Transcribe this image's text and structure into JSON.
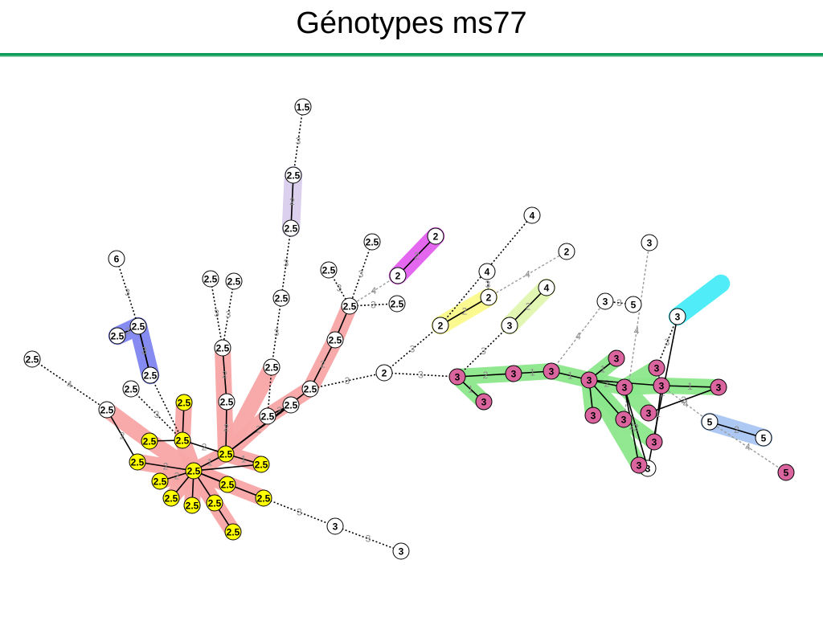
{
  "title": "Génotypes ms77",
  "colors": {
    "red_group": "#f8a5a5",
    "yellow_node": "#ffff00",
    "pink_node": "#d9649e",
    "green_group": "#8be78b",
    "blue_group": "#7f85f0",
    "lavender_group": "#d9cdec",
    "magenta_group": "#e35fef",
    "pale_yellow_group": "#fbfa8a",
    "pale_green_group": "#e2f7b0",
    "cyan_group": "#47ecf8",
    "lightblue_group": "#a9c6f2",
    "accent_rule": "#0e9e5a"
  },
  "nodes": [
    {
      "id": "n1",
      "label": "1.5",
      "fill": "white"
    },
    {
      "id": "n2",
      "label": "2.5",
      "fill": "white"
    },
    {
      "id": "n3",
      "label": "2.5",
      "fill": "white"
    },
    {
      "id": "n4",
      "label": "2.5",
      "fill": "white"
    },
    {
      "id": "n5",
      "label": "6",
      "fill": "white"
    },
    {
      "id": "n6",
      "label": "2.5",
      "fill": "white"
    },
    {
      "id": "n7",
      "label": "2.5",
      "fill": "white"
    },
    {
      "id": "n8",
      "label": "2.5",
      "fill": "white"
    },
    {
      "id": "n9",
      "label": "2.5",
      "fill": "white"
    },
    {
      "id": "n10",
      "label": "2.5",
      "fill": "white"
    },
    {
      "id": "n11",
      "label": "2.5",
      "fill": "white"
    },
    {
      "id": "n12",
      "label": "2.5",
      "fill": "white"
    },
    {
      "id": "n13",
      "label": "2.5",
      "fill": "white"
    },
    {
      "id": "n14",
      "label": "2.5",
      "fill": "white"
    },
    {
      "id": "n15",
      "label": "2.5",
      "fill": "white"
    },
    {
      "id": "n16",
      "label": "2.5",
      "fill": "white"
    },
    {
      "id": "n17",
      "label": "2.5",
      "fill": "white"
    },
    {
      "id": "n18",
      "label": "2.5",
      "fill": "white"
    },
    {
      "id": "n19",
      "label": "2.5",
      "fill": "white"
    },
    {
      "id": "n20",
      "label": "2.5",
      "fill": "white"
    },
    {
      "id": "n21",
      "label": "2.5",
      "fill": "white"
    },
    {
      "id": "n22",
      "label": "2.5",
      "fill": "white"
    },
    {
      "id": "n23",
      "label": "2.5",
      "fill": "white"
    },
    {
      "id": "n24",
      "label": "2.5",
      "fill": "white"
    },
    {
      "id": "n25",
      "label": "2.5",
      "fill": "white"
    },
    {
      "id": "n26",
      "label": "2.5",
      "fill": "white"
    },
    {
      "id": "n27",
      "label": "2",
      "fill": "white"
    },
    {
      "id": "n28",
      "label": "2",
      "fill": "white"
    },
    {
      "id": "n29",
      "label": "2",
      "fill": "white"
    },
    {
      "id": "n30",
      "label": "2",
      "fill": "white"
    },
    {
      "id": "n31",
      "label": "2",
      "fill": "white"
    },
    {
      "id": "n32",
      "label": "2",
      "fill": "white"
    },
    {
      "id": "n33",
      "label": "4",
      "fill": "white"
    },
    {
      "id": "n34",
      "label": "4",
      "fill": "white"
    },
    {
      "id": "n35",
      "label": "4",
      "fill": "white"
    },
    {
      "id": "n36",
      "label": "3",
      "fill": "white"
    },
    {
      "id": "n37",
      "label": "3",
      "fill": "white"
    },
    {
      "id": "n38",
      "label": "5",
      "fill": "white"
    },
    {
      "id": "n39",
      "label": "3",
      "fill": "white"
    },
    {
      "id": "n40",
      "label": "3",
      "fill": "white"
    },
    {
      "id": "n41",
      "label": "3",
      "fill": "white"
    },
    {
      "id": "n42",
      "label": "3",
      "fill": "white"
    },
    {
      "id": "n43",
      "label": "5",
      "fill": "white"
    },
    {
      "id": "n44",
      "label": "5",
      "fill": "white"
    },
    {
      "id": "n45",
      "label": "3",
      "fill": "white"
    },
    {
      "id": "y1",
      "label": "2.5",
      "fill": "yellow"
    },
    {
      "id": "y2",
      "label": "2.5",
      "fill": "yellow"
    },
    {
      "id": "y3",
      "label": "2.5",
      "fill": "yellow"
    },
    {
      "id": "y4",
      "label": "2.5",
      "fill": "yellow"
    },
    {
      "id": "y5",
      "label": "2.5",
      "fill": "yellow"
    },
    {
      "id": "y6",
      "label": "2.5",
      "fill": "yellow"
    },
    {
      "id": "y7",
      "label": "2.5",
      "fill": "yellow"
    },
    {
      "id": "y8",
      "label": "2.5",
      "fill": "yellow"
    },
    {
      "id": "y9",
      "label": "2.5",
      "fill": "yellow"
    },
    {
      "id": "y10",
      "label": "2.5",
      "fill": "yellow"
    },
    {
      "id": "y11",
      "label": "2.5",
      "fill": "yellow"
    },
    {
      "id": "y12",
      "label": "2.5",
      "fill": "yellow"
    },
    {
      "id": "y13",
      "label": "2.5",
      "fill": "yellow"
    },
    {
      "id": "y14",
      "label": "2.5",
      "fill": "yellow"
    },
    {
      "id": "p1",
      "label": "3",
      "fill": "pink"
    },
    {
      "id": "p2",
      "label": "3",
      "fill": "pink"
    },
    {
      "id": "p3",
      "label": "3",
      "fill": "pink"
    },
    {
      "id": "p4",
      "label": "3",
      "fill": "pink"
    },
    {
      "id": "p5",
      "label": "3",
      "fill": "pink"
    },
    {
      "id": "p6",
      "label": "3",
      "fill": "pink"
    },
    {
      "id": "p7",
      "label": "3",
      "fill": "pink"
    },
    {
      "id": "p8",
      "label": "3",
      "fill": "pink"
    },
    {
      "id": "p9",
      "label": "3",
      "fill": "pink"
    },
    {
      "id": "p10",
      "label": "3",
      "fill": "pink"
    },
    {
      "id": "p11",
      "label": "3",
      "fill": "pink"
    },
    {
      "id": "p12",
      "label": "3",
      "fill": "pink"
    },
    {
      "id": "p13",
      "label": "3",
      "fill": "pink"
    },
    {
      "id": "p14",
      "label": "3",
      "fill": "pink"
    },
    {
      "id": "p15",
      "label": "3",
      "fill": "pink"
    },
    {
      "id": "p16",
      "label": "5",
      "fill": "pink"
    }
  ],
  "edges": [
    {
      "a": "n1",
      "b": "n2",
      "w": "3",
      "style": "dotted"
    },
    {
      "a": "n2",
      "b": "n3",
      "w": "2",
      "style": "solid"
    },
    {
      "a": "n3",
      "b": "n4",
      "w": "3",
      "style": "dotted"
    },
    {
      "a": "n4",
      "b": "n6",
      "w": "3",
      "style": "dotted"
    },
    {
      "a": "n6",
      "b": "n15",
      "w": "",
      "style": "dotted"
    },
    {
      "a": "n5",
      "b": "n8",
      "w": "3",
      "style": "dotted"
    },
    {
      "a": "n7",
      "b": "n9",
      "w": "3",
      "style": "solid"
    },
    {
      "a": "n7",
      "b": "n10",
      "w": "2",
      "style": "solid"
    },
    {
      "a": "n8",
      "b": "n10",
      "w": "3",
      "style": "solid"
    },
    {
      "a": "n10",
      "b": "y5",
      "w": "",
      "style": "dotted"
    },
    {
      "a": "n11",
      "b": "n12",
      "w": "4",
      "style": "dotted"
    },
    {
      "a": "n12",
      "b": "y3",
      "w": "2",
      "style": "solid"
    },
    {
      "a": "n13",
      "b": "y5",
      "w": "3",
      "style": "dotted"
    },
    {
      "a": "n14",
      "b": "n18",
      "w": "3",
      "style": "dotted"
    },
    {
      "a": "n17",
      "b": "n18",
      "w": "3",
      "style": "dotted"
    },
    {
      "a": "n18",
      "b": "n19",
      "w": "2",
      "style": "solid"
    },
    {
      "a": "n19",
      "b": "y7",
      "w": "2",
      "style": "solid"
    },
    {
      "a": "n15",
      "b": "n20",
      "w": "2",
      "style": "solid"
    },
    {
      "a": "n20",
      "b": "y7",
      "w": "2",
      "style": "solid"
    },
    {
      "a": "n21",
      "b": "n22",
      "w": "2",
      "style": "solid"
    },
    {
      "a": "n22",
      "b": "y7",
      "w": "2",
      "style": "solid"
    },
    {
      "a": "n23",
      "b": "n16",
      "w": "3",
      "style": "dotted"
    },
    {
      "a": "n24",
      "b": "n16",
      "w": "3",
      "style": "dotted"
    },
    {
      "a": "n16",
      "b": "n25",
      "w": "",
      "style": "solid"
    },
    {
      "a": "n25",
      "b": "n22",
      "w": "2",
      "style": "solid"
    },
    {
      "a": "n16",
      "b": "n27",
      "w": "4",
      "style": "grey"
    },
    {
      "a": "n16",
      "b": "n26",
      "w": "3",
      "style": "dotted"
    },
    {
      "a": "n27",
      "b": "n28",
      "w": "2",
      "style": "solid"
    },
    {
      "a": "n22",
      "b": "n29",
      "w": "3",
      "style": "dotted"
    },
    {
      "a": "n29",
      "b": "n31",
      "w": "3",
      "style": "dotted"
    },
    {
      "a": "n29",
      "b": "p1",
      "w": "3",
      "style": "dotted"
    },
    {
      "a": "n31",
      "b": "n30",
      "w": "2",
      "style": "solid"
    },
    {
      "a": "n31",
      "b": "n33",
      "w": "3",
      "style": "dotted"
    },
    {
      "a": "n30",
      "b": "n32",
      "w": "4",
      "style": "grey"
    },
    {
      "a": "n30",
      "b": "n34",
      "w": "3",
      "style": "dotted"
    },
    {
      "a": "n35",
      "b": "n36",
      "w": "2",
      "style": "solid"
    },
    {
      "a": "n36",
      "b": "p1",
      "w": "3",
      "style": "dotted"
    },
    {
      "a": "n39",
      "b": "p4",
      "w": "4",
      "style": "grey"
    },
    {
      "a": "n38",
      "b": "n39",
      "w": "3",
      "style": "dotted"
    },
    {
      "a": "n37",
      "b": "p8",
      "w": "4",
      "style": "grey"
    },
    {
      "a": "n40",
      "b": "n41",
      "w": "2",
      "style": "solid"
    },
    {
      "a": "n41",
      "b": "p9",
      "w": "3",
      "style": "dotted"
    },
    {
      "a": "y5",
      "b": "y7",
      "w": "2",
      "style": "solid"
    },
    {
      "a": "y1",
      "b": "y5",
      "w": "",
      "style": "solid"
    },
    {
      "a": "y2",
      "b": "y5",
      "w": "",
      "style": "solid"
    },
    {
      "a": "y3",
      "b": "y6",
      "w": "2",
      "style": "solid"
    },
    {
      "a": "y4",
      "b": "y6",
      "w": "2",
      "style": "solid"
    },
    {
      "a": "y6",
      "b": "y7",
      "w": "1",
      "style": "solid"
    },
    {
      "a": "y8",
      "b": "y6",
      "w": "",
      "style": "solid"
    },
    {
      "a": "y9",
      "b": "y6",
      "w": "",
      "style": "solid"
    },
    {
      "a": "y10",
      "b": "y6",
      "w": "",
      "style": "solid"
    },
    {
      "a": "y11",
      "b": "y6",
      "w": "",
      "style": "solid"
    },
    {
      "a": "y12",
      "b": "y6",
      "w": "",
      "style": "solid"
    },
    {
      "a": "y13",
      "b": "y6",
      "w": "",
      "style": "solid"
    },
    {
      "a": "y14",
      "b": "y11",
      "w": "",
      "style": "solid"
    },
    {
      "a": "y7",
      "b": "y8",
      "w": "1",
      "style": "solid"
    },
    {
      "a": "y13",
      "b": "n42",
      "w": "3",
      "style": "dotted"
    },
    {
      "a": "n42",
      "b": "n45",
      "w": "3",
      "style": "dotted"
    },
    {
      "a": "p1",
      "b": "p2",
      "w": "1",
      "style": "solid"
    },
    {
      "a": "p1",
      "b": "p3",
      "w": "2",
      "style": "solid"
    },
    {
      "a": "p3",
      "b": "p4",
      "w": "1",
      "style": "solid"
    },
    {
      "a": "p4",
      "b": "p5",
      "w": "1",
      "style": "solid"
    },
    {
      "a": "p5",
      "b": "p6",
      "w": "1",
      "style": "solid"
    },
    {
      "a": "p5",
      "b": "p7",
      "w": "",
      "style": "solid"
    },
    {
      "a": "p5",
      "b": "p8",
      "w": "",
      "style": "solid"
    },
    {
      "a": "p5",
      "b": "p10",
      "w": "2",
      "style": "solid"
    },
    {
      "a": "p5",
      "b": "p11",
      "w": "1",
      "style": "solid"
    },
    {
      "a": "p11",
      "b": "p9",
      "w": "1",
      "style": "solid"
    },
    {
      "a": "p11",
      "b": "p12",
      "w": "1",
      "style": "solid"
    },
    {
      "a": "p12",
      "b": "p13",
      "w": "2",
      "style": "solid"
    },
    {
      "a": "p11",
      "b": "p14",
      "w": "1",
      "style": "solid"
    },
    {
      "a": "p10",
      "b": "p15",
      "w": "2",
      "style": "solid"
    },
    {
      "a": "p10",
      "b": "n40",
      "w": "2",
      "style": "solid"
    },
    {
      "a": "p11",
      "b": "n43",
      "w": "4",
      "style": "grey"
    },
    {
      "a": "n43",
      "b": "n44",
      "w": "2",
      "style": "solid"
    },
    {
      "a": "n43",
      "b": "p16",
      "w": "4",
      "style": "grey"
    }
  ]
}
